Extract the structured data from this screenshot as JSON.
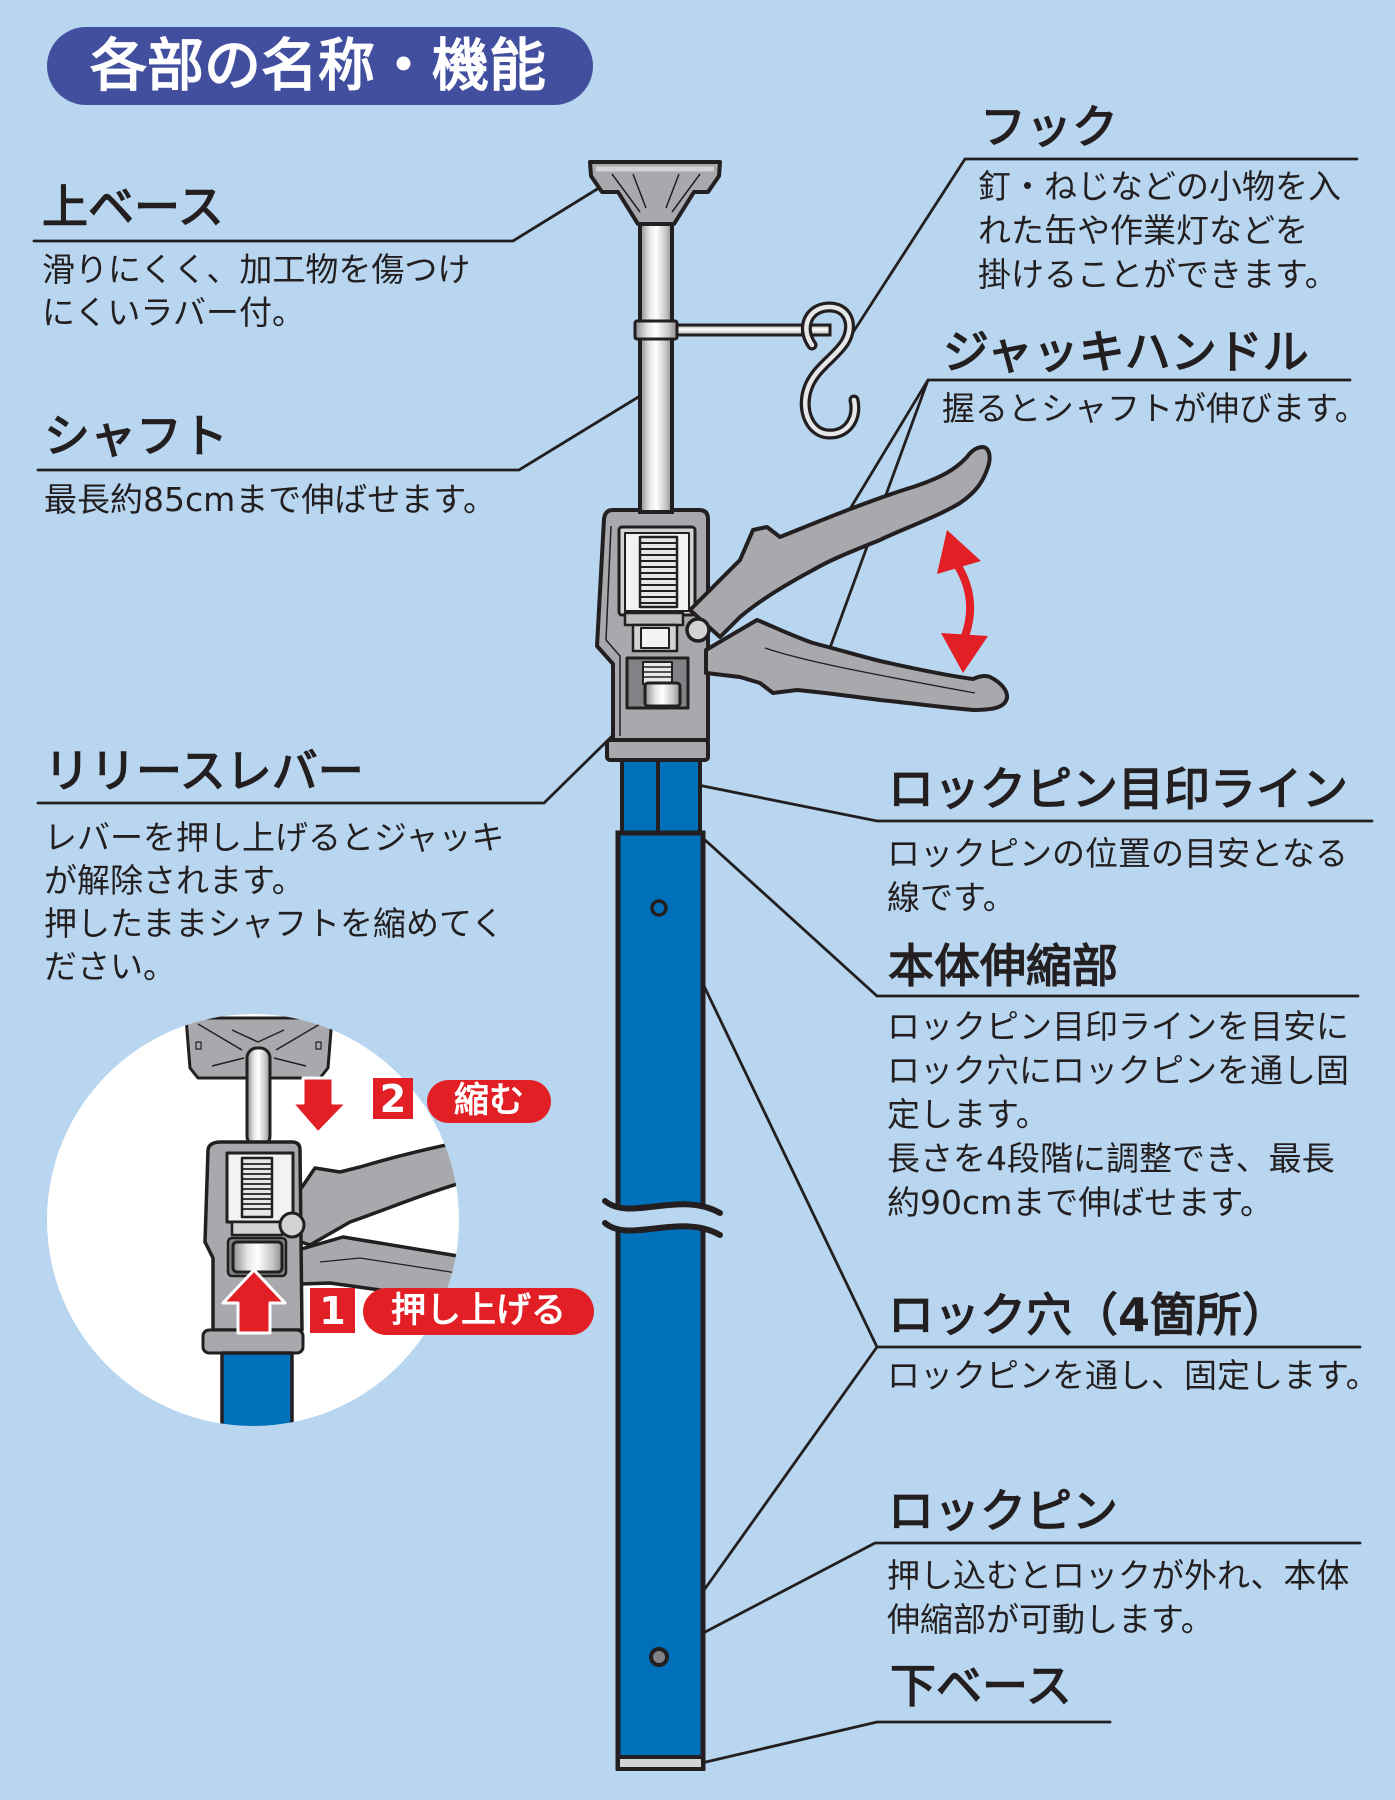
{
  "title": "各部の名称・機能",
  "labels": {
    "upper_base": {
      "heading": "上ベース",
      "body": [
        "滑りにくく、加工物を傷つけ",
        "にくいラバー付。"
      ]
    },
    "shaft": {
      "heading": "シャフト",
      "body": [
        "最長約85cmまで伸ばせます。"
      ]
    },
    "release_lever": {
      "heading": "リリースレバー",
      "body": [
        "レバーを押し上げるとジャッキ",
        "が解除されます。",
        "押したままシャフトを縮めてく",
        "ださい。"
      ]
    },
    "hook": {
      "heading": "フック",
      "body": [
        "釘・ねじなどの小物を入",
        "れた缶や作業灯などを",
        "掛けることができます。"
      ]
    },
    "jack_handle": {
      "heading": "ジャッキハンドル",
      "body": [
        "握るとシャフトが伸びます。"
      ]
    },
    "lock_pin_mark_line": {
      "heading": "ロックピン目印ライン",
      "body": [
        "ロックピンの位置の目安となる",
        "線です。"
      ]
    },
    "telescopic_body": {
      "heading": "本体伸縮部",
      "body": [
        "ロックピン目印ラインを目安に",
        "ロック穴にロックピンを通し固",
        "定します。",
        "長さを4段階に調整でき、最長",
        "約90cmまで伸ばせます。"
      ]
    },
    "lock_holes": {
      "heading": "ロック穴（4箇所）",
      "body": [
        "ロックピンを通し、固定します。"
      ]
    },
    "lock_pin": {
      "heading": "ロックピン",
      "body": [
        "押し込むとロックが外れ、本体",
        "伸縮部が可動します。"
      ]
    },
    "lower_base": {
      "heading": "下ベース"
    }
  },
  "inset": {
    "step1": {
      "number": "1",
      "label": "押し上げる",
      "icon": "arrow-up-icon"
    },
    "step2": {
      "number": "2",
      "label": "縮む",
      "icon": "arrow-down-icon"
    }
  },
  "icons": {
    "handle_motion": "curved-double-arrow-icon"
  },
  "colors": {
    "background": "#B8D6EF",
    "title_pill": "#424F9F",
    "tube_blue": "#0070BA",
    "metal_gray": "#A7A9AC",
    "accent_red": "#E31F26",
    "outline": "#231F20",
    "inset_bg": "#FFFFFF"
  }
}
